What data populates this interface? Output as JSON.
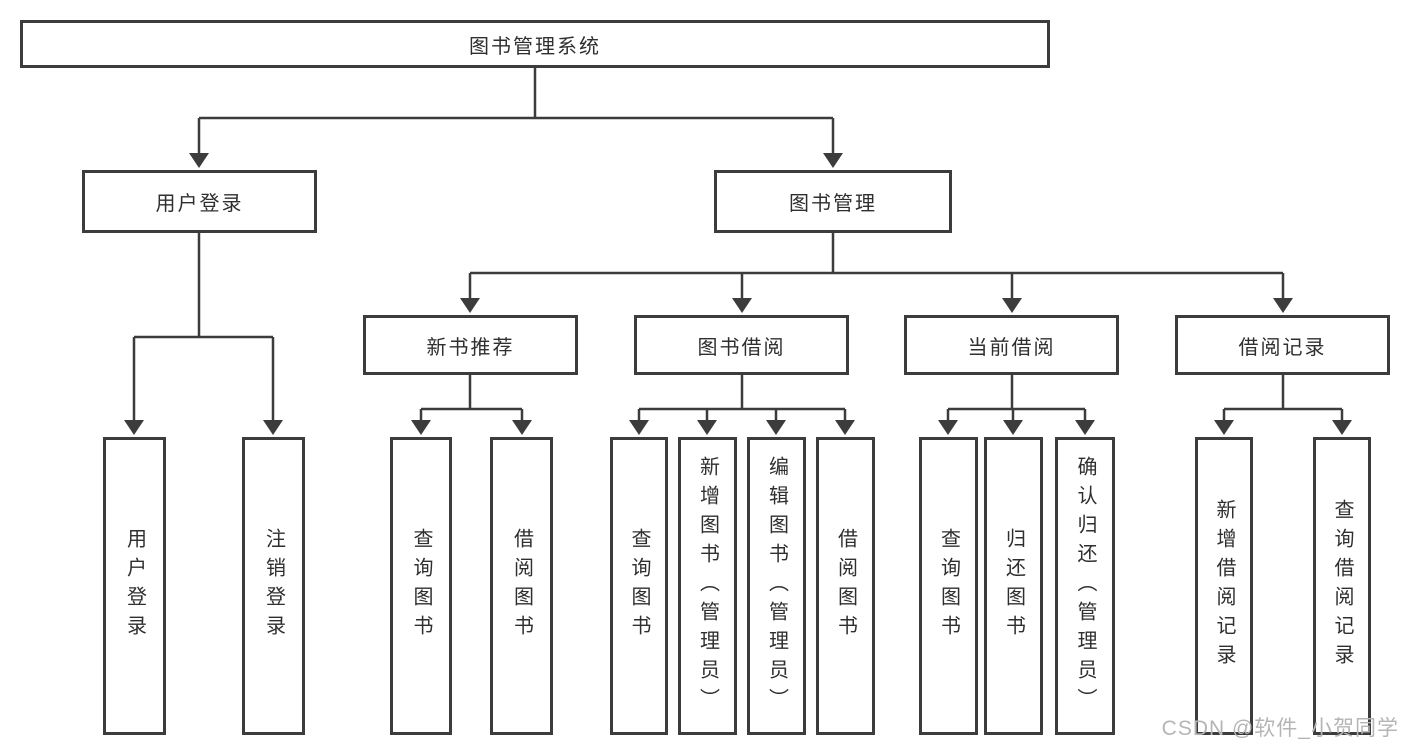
{
  "diagram": {
    "type": "hierarchy-tree",
    "root": {
      "label": "图书管理系统"
    },
    "level2": [
      {
        "id": "user-login",
        "label": "用户登录",
        "parent": "root"
      },
      {
        "id": "book-management",
        "label": "图书管理",
        "parent": "root"
      }
    ],
    "level3": [
      {
        "id": "new-book-recommendation",
        "label": "新书推荐",
        "parent": "book-management"
      },
      {
        "id": "book-borrowing",
        "label": "图书借阅",
        "parent": "book-management"
      },
      {
        "id": "current-borrowing",
        "label": "当前借阅",
        "parent": "book-management"
      },
      {
        "id": "borrowing-records",
        "label": "借阅记录",
        "parent": "book-management"
      }
    ],
    "leaves": [
      {
        "label": "用户登录",
        "parent": "user-login"
      },
      {
        "label": "注销登录",
        "parent": "user-login"
      },
      {
        "label": "查询图书",
        "parent": "new-book-recommendation"
      },
      {
        "label": "借阅图书",
        "parent": "new-book-recommendation"
      },
      {
        "label": "查询图书",
        "parent": "book-borrowing"
      },
      {
        "label": "新增图书（管理员）",
        "parent": "book-borrowing"
      },
      {
        "label": "编辑图书（管理员）",
        "parent": "book-borrowing"
      },
      {
        "label": "借阅图书",
        "parent": "book-borrowing"
      },
      {
        "label": "查询图书",
        "parent": "current-borrowing"
      },
      {
        "label": "归还图书",
        "parent": "current-borrowing"
      },
      {
        "label": "确认归还（管理员）",
        "parent": "current-borrowing"
      },
      {
        "label": "新增借阅记录",
        "parent": "borrowing-records"
      },
      {
        "label": "查询借阅记录",
        "parent": "borrowing-records"
      }
    ]
  },
  "watermark": "CSDN @软件_小贺同学",
  "colors": {
    "line": "#3c3c3c",
    "border": "#3c3c3c",
    "text": "#2f2f2f",
    "watermark": "#b5b5b5",
    "background": "#ffffff"
  }
}
